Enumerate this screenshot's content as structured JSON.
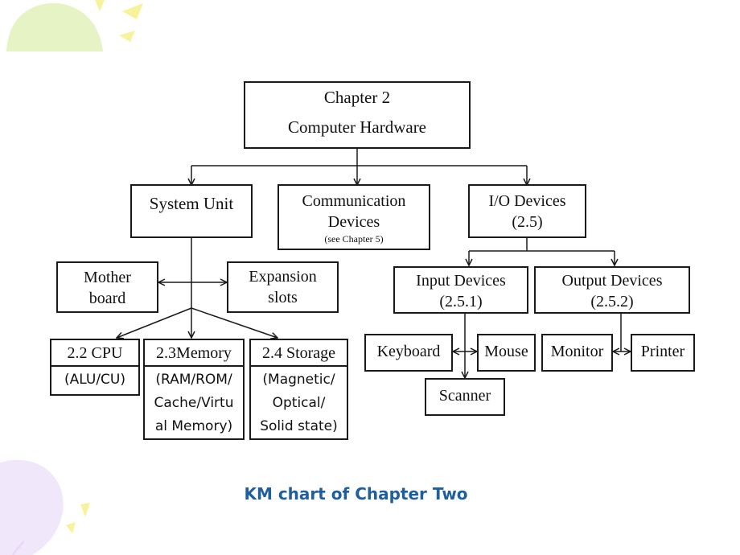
{
  "root": {
    "line1": "Chapter 2",
    "line2": "Computer Hardware"
  },
  "system_unit": {
    "label": "System Unit"
  },
  "communication": {
    "line1": "Communication",
    "line2": "Devices",
    "note": "(see Chapter 5)"
  },
  "io_devices": {
    "line1": "I/O Devices",
    "line2": "(2.5)"
  },
  "motherboard": {
    "line1": "Mother",
    "line2": "board"
  },
  "expansion": {
    "line1": "Expansion",
    "line2": "slots"
  },
  "cpu": {
    "title": "2.2 CPU",
    "detail": "(ALU/CU)"
  },
  "memory": {
    "title": "2.3Memory",
    "detail_lines": [
      "(RAM/ROM/",
      "Cache/Virtu",
      "al Memory)"
    ]
  },
  "storage": {
    "title": "2.4 Storage",
    "detail_lines": [
      "(Magnetic/",
      "Optical/",
      "Solid state)"
    ]
  },
  "input_devices": {
    "line1": "Input Devices",
    "line2": "(2.5.1)"
  },
  "output_devices": {
    "line1": "Output Devices",
    "line2": "(2.5.2)"
  },
  "keyboard": {
    "label": "Keyboard"
  },
  "mouse": {
    "label": "Mouse"
  },
  "scanner": {
    "label": "Scanner"
  },
  "monitor": {
    "label": "Monitor"
  },
  "printer": {
    "label": "Printer"
  },
  "caption": "KM chart of Chapter Two",
  "colors": {
    "caption": "#1f5f9e",
    "lines": "#1a1a1a",
    "deco_green": "#e6f3c4",
    "deco_yellow": "#f6f39a",
    "deco_lavender": "#f1e7fb"
  }
}
